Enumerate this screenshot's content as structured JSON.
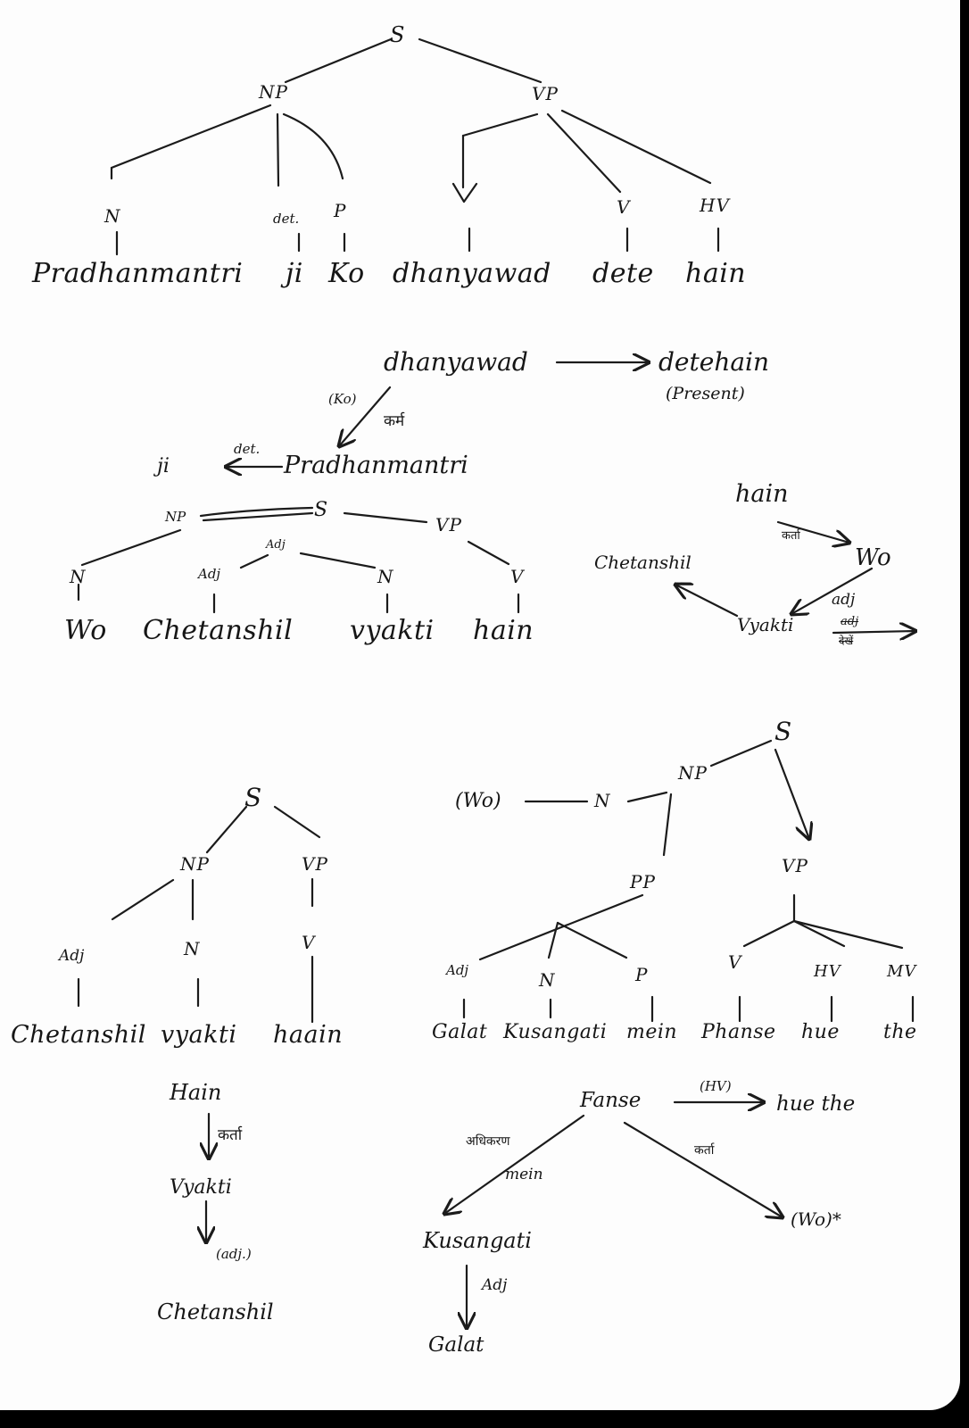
{
  "tree1": {
    "S": "S",
    "NP": "NP",
    "VP": "VP",
    "N": "N",
    "det": "det.",
    "P": "P",
    "V": "V",
    "HV": "HV",
    "words": [
      "Pradhanmantri",
      "ji",
      "Ko",
      "dhanyawad",
      "dete",
      "hain"
    ]
  },
  "dep1": {
    "dhanyawad": "dhanyawad",
    "detehain": "detehain",
    "present": "(Present)",
    "ko": "(Ko)",
    "karta": "कर्म",
    "det": "det.",
    "ji": "ji",
    "pradhanmantri": "Pradhanmantri"
  },
  "tree2": {
    "S": "S",
    "NP": "NP",
    "VP": "VP",
    "adj_upper": "Adj",
    "adj": "Adj",
    "N1": "N",
    "N2": "N",
    "V": "V",
    "words": [
      "Wo",
      "Chetanshil",
      "vyakti",
      "hain"
    ]
  },
  "dep2": {
    "hain": "hain",
    "karta": "कर्ता",
    "wo": "Wo",
    "adj": "adj",
    "vyakti": "Vyakti",
    "chetanshil": "Chetanshil",
    "struck": "adj",
    "deleted": "देखें"
  },
  "tree3": {
    "S": "S",
    "NP": "NP",
    "VP": "VP",
    "Adj": "Adj",
    "N": "N",
    "V": "V",
    "words": [
      "Chetanshil",
      "vyakti",
      "haain"
    ]
  },
  "dep3": {
    "hain": "Hain",
    "karta": "कर्ता",
    "vyakti": "Vyakti",
    "adj": "(adj.)",
    "chetanshil": "Chetanshil"
  },
  "tree4": {
    "S": "S",
    "NP": "NP",
    "VP": "VP",
    "wo": "(Wo)",
    "N": "N",
    "PP": "PP",
    "Adj": "Adj",
    "N2": "N",
    "P": "P",
    "V": "V",
    "HV": "HV",
    "MV": "MV",
    "words": [
      "Galat",
      "Kusangati",
      "mein",
      "Phanse",
      "hue",
      "the"
    ]
  },
  "dep4": {
    "fanse": "Fanse",
    "hv": "(HV)",
    "huethe": "hue the",
    "adhikaran": "अधिकरण",
    "mein": "mein",
    "karta": "कर्ता",
    "wo": "(Wo)*",
    "kusangati": "Kusangati",
    "adj": "Adj",
    "galat": "Galat"
  }
}
